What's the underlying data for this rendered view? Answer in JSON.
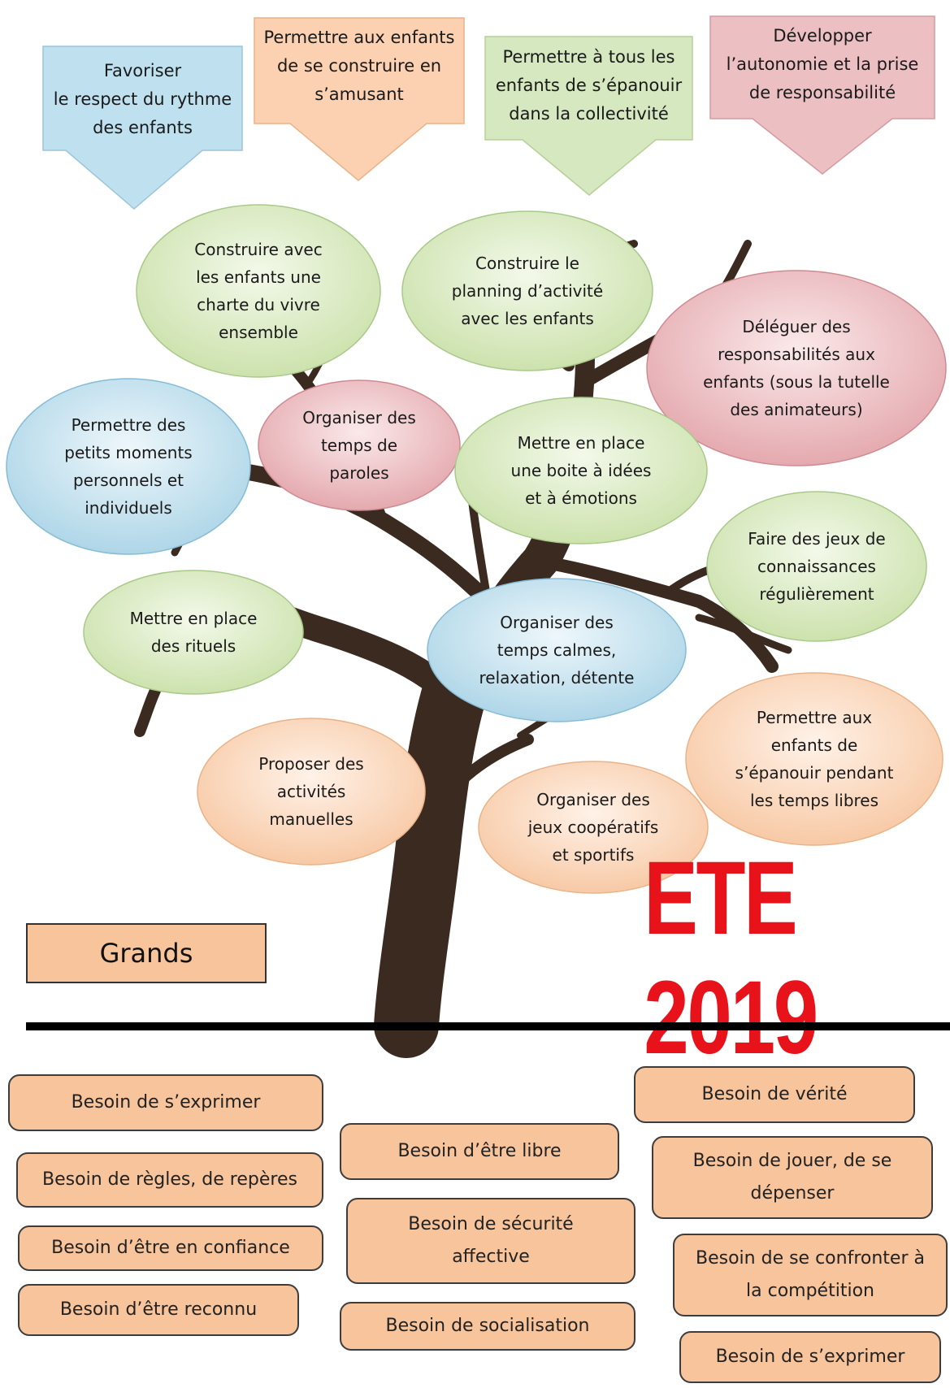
{
  "arrows": [
    {
      "text": "Favoriser\nle respect du rythme\ndes enfants",
      "color": "#bfe0ef"
    },
    {
      "text": "Permettre aux enfants\nde se construire en\ns’amusant",
      "color": "#fbd1b1"
    },
    {
      "text": "Permettre à tous les\nenfants de s’épanouir\ndans la collectivité",
      "color": "#d6e8bf"
    },
    {
      "text": "Développer\nl’autonomie et la prise\nde responsabilité",
      "color": "#ecbfc3"
    }
  ],
  "bubbles": [
    {
      "text": "Construire avec\nles enfants une\ncharte du vivre\nensemble",
      "color": "green"
    },
    {
      "text": "Construire le\nplanning d’activité\navec les enfants",
      "color": "green"
    },
    {
      "text": "Déléguer des\nresponsabilités aux\nenfants (sous la tutelle\ndes animateurs)",
      "color": "red"
    },
    {
      "text": "Permettre des\npetits moments\npersonnels et\nindividuels",
      "color": "blue"
    },
    {
      "text": "Organiser des\ntemps de\nparoles",
      "color": "red"
    },
    {
      "text": "Mettre en place\nune boite à idées\net à émotions",
      "color": "green"
    },
    {
      "text": "Faire des jeux de\nconnaissances\nrégulièrement",
      "color": "green"
    },
    {
      "text": "Mettre en place\ndes rituels",
      "color": "green"
    },
    {
      "text": "Organiser des\ntemps calmes,\nrelaxation, détente",
      "color": "blue"
    },
    {
      "text": "Permettre aux\nenfants de\ns’épanouir pendant\nles temps libres",
      "color": "orange"
    },
    {
      "text": "Proposer des\nactivités\nmanuelles",
      "color": "orange"
    },
    {
      "text": "Organiser des\njeux coopératifs\net sportifs",
      "color": "orange"
    }
  ],
  "label": "Grands",
  "title": "ETE 2019",
  "needs": [
    "Besoin de s’exprimer",
    "Besoin de règles, de repères",
    "Besoin d’être en confiance",
    "Besoin d’être reconnu",
    "Besoin d’être libre",
    "Besoin de sécurité\naffective",
    "Besoin de socialisation",
    "Besoin de vérité",
    "Besoin de jouer, de se\ndépenser",
    "Besoin de se confronter à\nla compétition",
    "Besoin de s’exprimer"
  ],
  "colors": {
    "trunk": "#3b2a20",
    "need_fill": "#f8c49b",
    "title_red": "#e8121b"
  }
}
